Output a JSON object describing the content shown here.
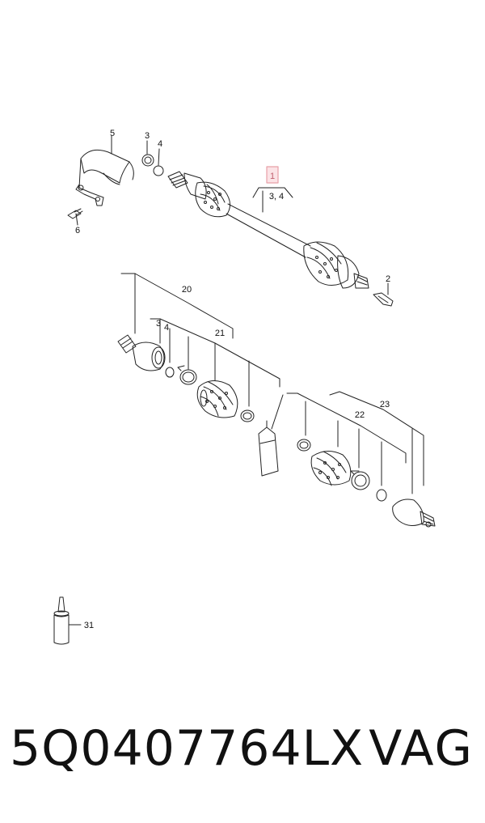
{
  "diagram": {
    "callouts": {
      "c1": "1",
      "c2": "2",
      "c3a": "3",
      "c4a": "4",
      "c5": "5",
      "c6": "6",
      "c34": "3, 4",
      "c20": "20",
      "c3b": "3",
      "c4b": "4",
      "c21": "21",
      "c22": "22",
      "c23": "23",
      "c31": "31"
    },
    "highlight_color": "#e8a0a8"
  },
  "footer": {
    "part_number": "5Q0407764LX",
    "brand": "VAG"
  }
}
